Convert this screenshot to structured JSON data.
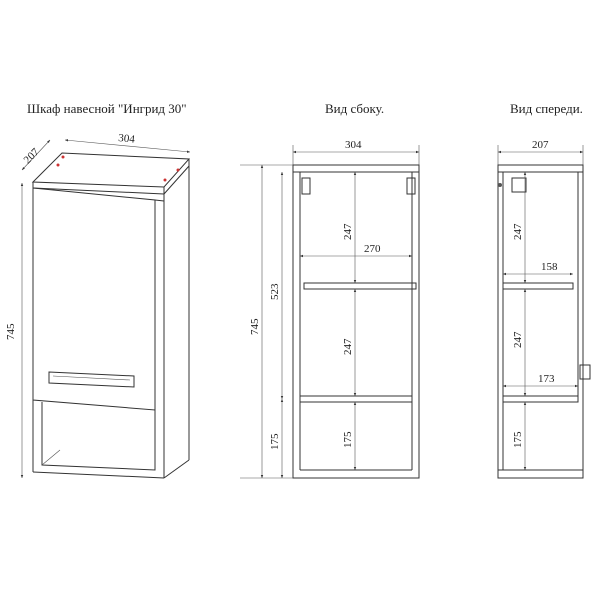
{
  "titles": {
    "iso": "Шкаф навесной \"Ингрид 30\"",
    "side": "Вид сбоку.",
    "front": "Вид спереди."
  },
  "iso_dims": {
    "width": "304",
    "depth": "207",
    "height": "745"
  },
  "side_dims": {
    "width": "304",
    "total": "745",
    "upper": "523",
    "bottom": "175",
    "shelf_top": "247",
    "shelf_mid": "247",
    "shelf_bottom": "175",
    "inner_width": "270"
  },
  "front_dims": {
    "depth": "207",
    "shelf_top": "247",
    "shelf_mid": "247",
    "shelf_bottom": "175",
    "upper_depth": "158",
    "mid_depth": "173"
  }
}
